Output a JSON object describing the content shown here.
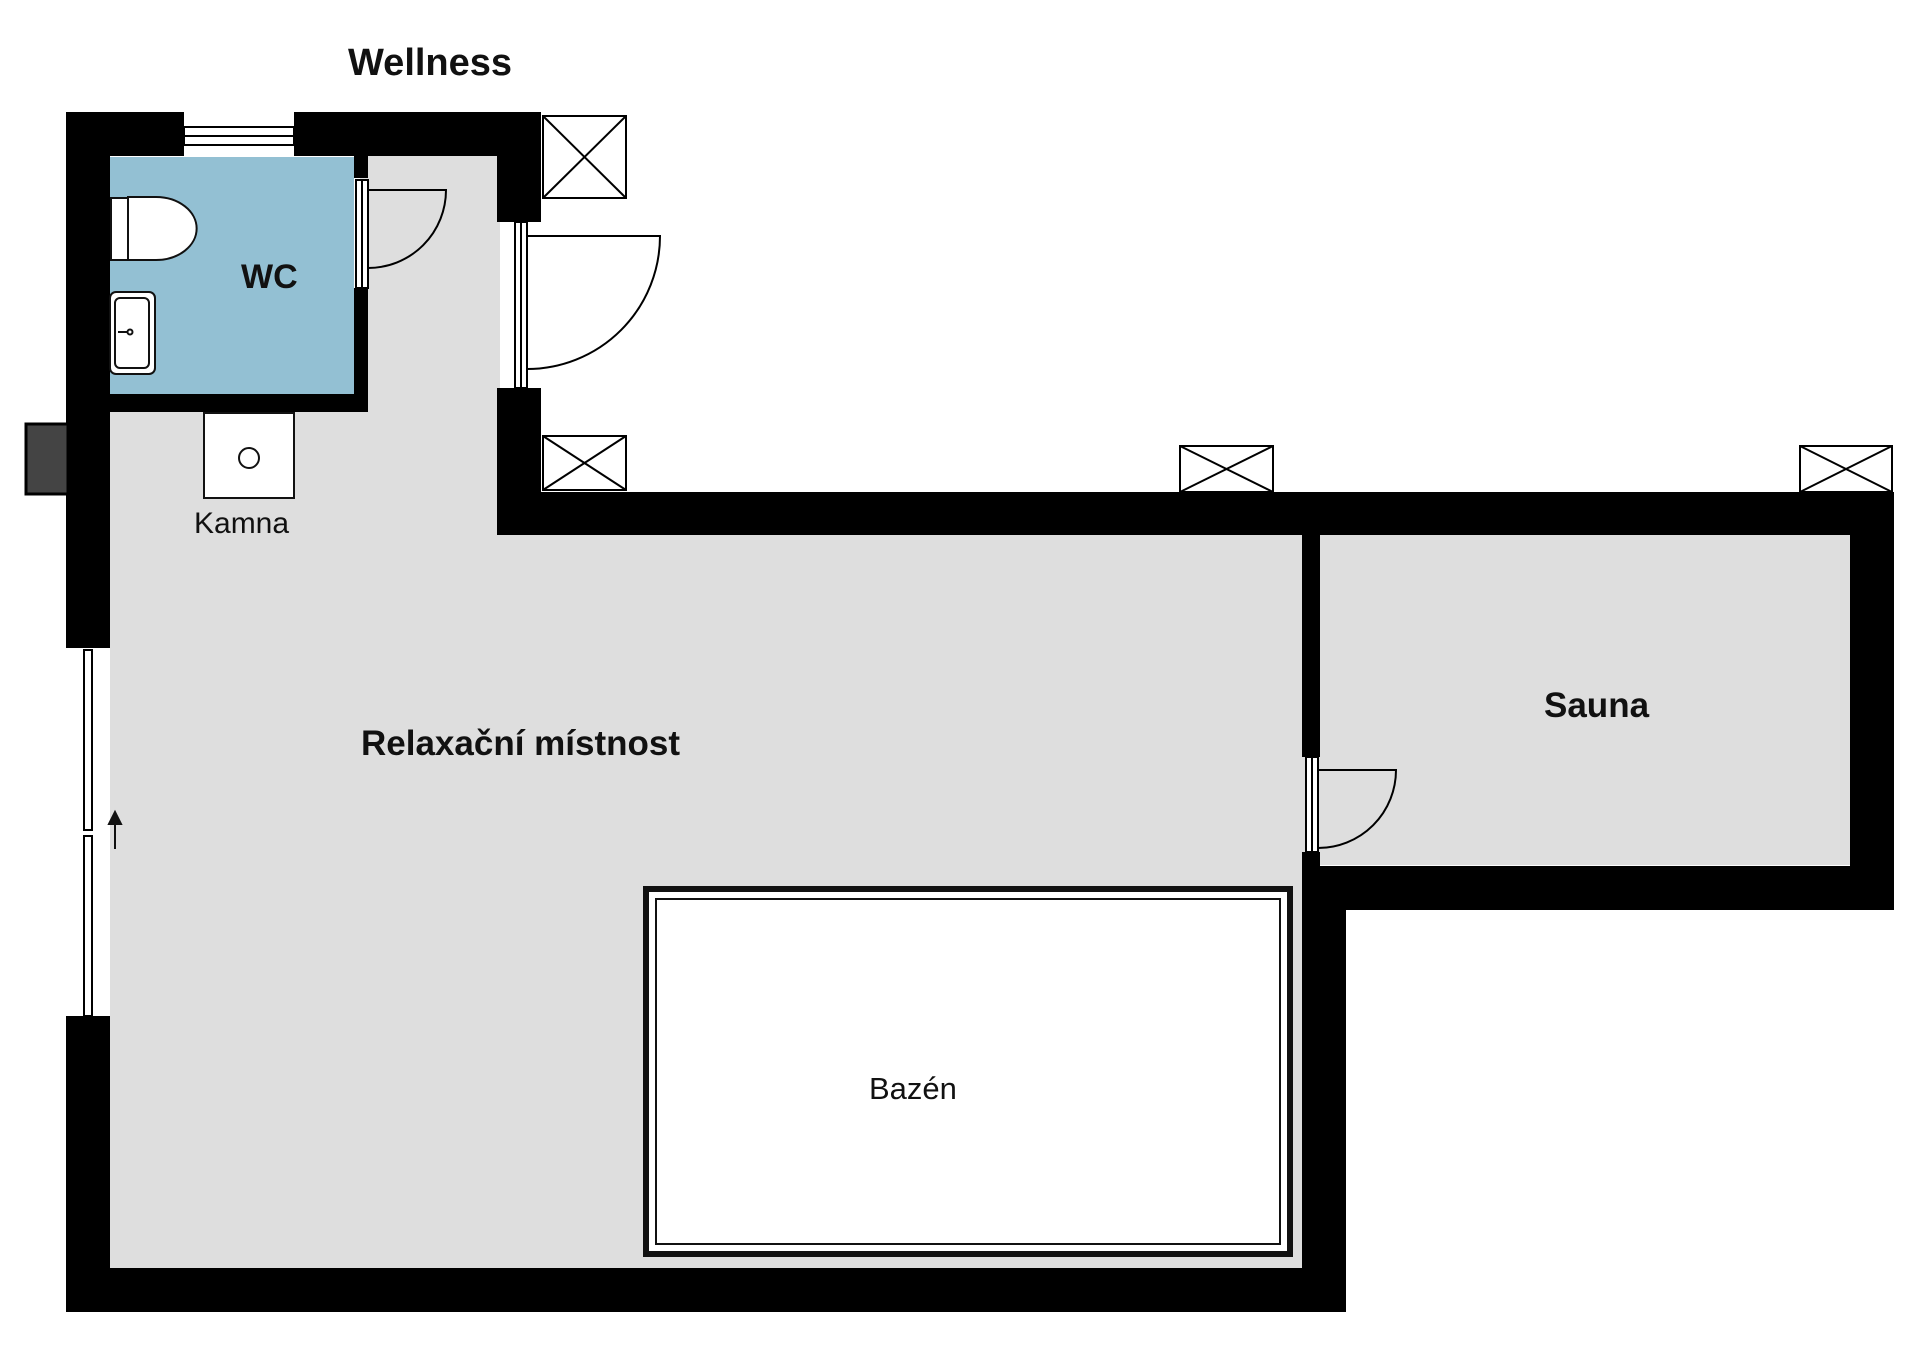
{
  "title": "Wellness",
  "rooms": {
    "wc": {
      "label": "WC",
      "fill": "#93c0d3"
    },
    "relax": {
      "label": "Relaxační místnost",
      "fill": "#dedede"
    },
    "sauna": {
      "label": "Sauna",
      "fill": "#dedede"
    },
    "pool": {
      "label": "Bazén",
      "fill": "#ffffff"
    }
  },
  "fixtures": {
    "stove": {
      "label": "Kamna"
    }
  },
  "colors": {
    "wall": "#000000",
    "room_border": "#111111"
  },
  "icons": [
    "toilet-icon",
    "sink-icon",
    "stove-icon",
    "window-icon",
    "door-icon",
    "entry-arrow-icon"
  ]
}
